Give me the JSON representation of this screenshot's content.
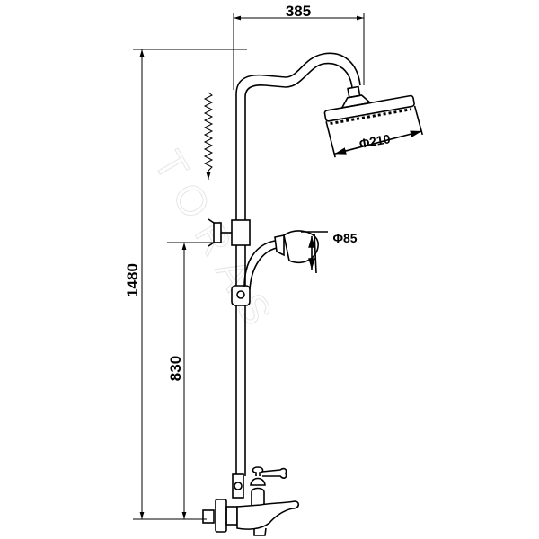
{
  "drawing": {
    "watermark": "TORAS",
    "dimensions": {
      "top_width": "385",
      "total_height": "1480",
      "slider_height": "830",
      "head_diameter": "Φ210",
      "hand_shower_diameter": "Φ85"
    },
    "annotations": {
      "adjustment_arrow": "zigzag-down-arrow"
    }
  }
}
